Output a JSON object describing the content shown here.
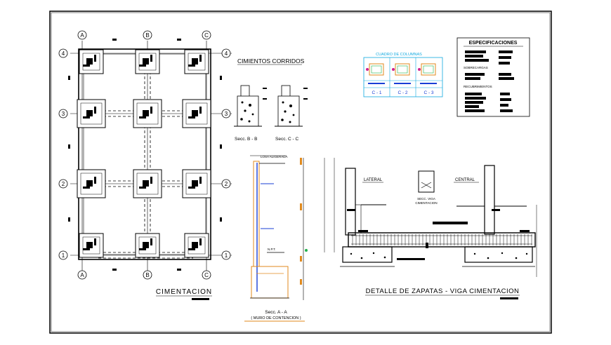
{
  "plan": {
    "title": "CIMENTACION",
    "grid_columns": [
      "A",
      "B",
      "C"
    ],
    "grid_rows": [
      "4",
      "3",
      "2",
      "1"
    ]
  },
  "strip_footing": {
    "title": "CIMIENTOS CORRIDOS",
    "section_b": "Secc. B - B",
    "section_c": "Secc. C - C"
  },
  "retaining_wall": {
    "label_slab": "LOSA ALIGERADA",
    "label_npt": "N.P.T.",
    "section_title": "Secc. A - A",
    "section_subtitle": "( MURO DE CONTENCION )"
  },
  "column_table": {
    "title": "CUADRO DE COLUMNAS",
    "types": [
      "C - 1",
      "C - 2",
      "C - 3"
    ]
  },
  "specs": {
    "title": "ESPECIFICACIONES",
    "subtitle_1": "SOBRECARGAS",
    "subtitle_2": "RECUBRIMIENTOS"
  },
  "footing_detail": {
    "title": "DETALLE DE ZAPATAS - VIGA CIMENTACION",
    "label_lateral": "LATERAL",
    "label_central": "CENTRAL",
    "beam_section": "SECC. VIGA",
    "beam_section_2": "CIMENTACION"
  },
  "colors": {
    "background": "#ffffff",
    "line": "#000000",
    "accent_orange": "#e08a1e",
    "accent_blue": "#1a3fd6",
    "accent_cyan": "#10a9e0",
    "accent_green": "#22b14c",
    "accent_magenta": "#d02090"
  }
}
